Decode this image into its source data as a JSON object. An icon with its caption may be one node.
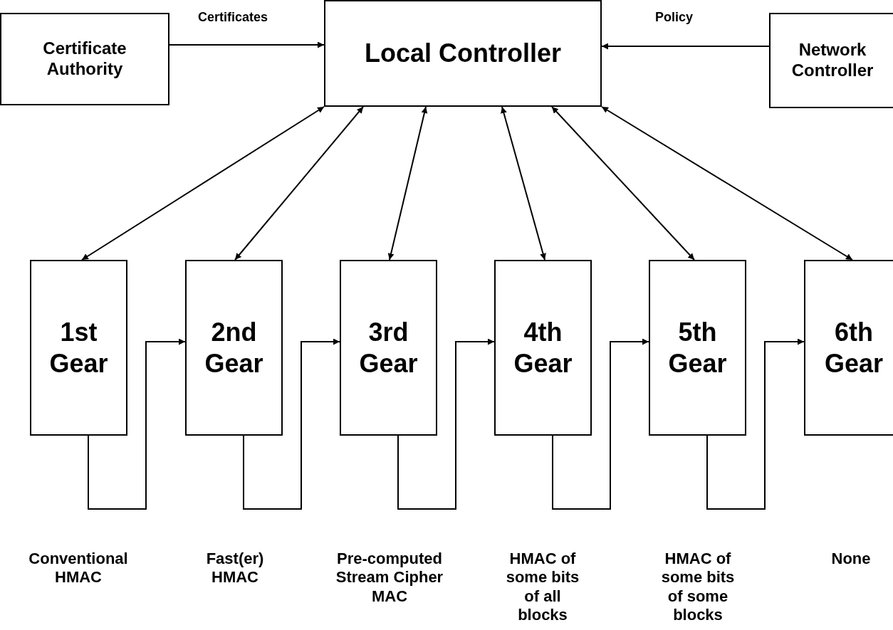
{
  "diagram": {
    "nodes": [
      {
        "text": [
          "Certificate Authority"
        ]
      },
      {
        "text": [
          "Local Controller"
        ]
      },
      {
        "text": [
          "Network Controller"
        ]
      },
      {
        "text": [
          "1st Gear"
        ]
      },
      {
        "text": [
          "2nd Gear"
        ]
      },
      {
        "text": [
          "3rd Gear"
        ]
      },
      {
        "text": [
          "4th Gear"
        ]
      },
      {
        "text": [
          "5th Gear"
        ]
      },
      {
        "text": [
          "6th Gear"
        ]
      }
    ],
    "edges": [
      {
        "from": 0,
        "to": 1,
        "arrow": "to",
        "label": "Certificates"
      },
      {
        "from": 2,
        "to": 1,
        "arrow": "to",
        "label": "Policy"
      },
      {
        "from": 1,
        "to": 3,
        "arrow": "both"
      },
      {
        "from": 1,
        "to": 4,
        "arrow": "both"
      },
      {
        "from": 1,
        "to": 5,
        "arrow": "both"
      },
      {
        "from": 1,
        "to": 6,
        "arrow": "both"
      },
      {
        "from": 1,
        "to": 7,
        "arrow": "both"
      },
      {
        "from": 1,
        "to": 8,
        "arrow": "both"
      },
      {
        "from": 3,
        "to": 4,
        "arrow": "to"
      },
      {
        "from": 4,
        "to": 5,
        "arrow": "to"
      },
      {
        "from": 5,
        "to": 6,
        "arrow": "to"
      },
      {
        "from": 6,
        "to": 7,
        "arrow": "to"
      },
      {
        "from": 7,
        "to": 8,
        "arrow": "to"
      }
    ],
    "labels": [
      "Conventional HMAC",
      "Fast(er) HMAC",
      "Pre-computed Stream Cipher MAC",
      "HMAC of some bits of all blocks",
      "HMAC of some bits of some blocks",
      "None"
    ]
  }
}
